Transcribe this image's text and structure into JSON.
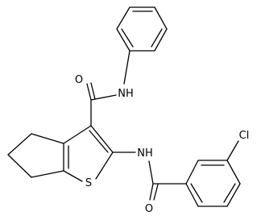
{
  "molecule": {
    "atoms": {
      "carbonyl_oxygen_top": "O",
      "amide_nitrogen_top": "NH",
      "amide_nitrogen_bottom": "NH",
      "thiophene_sulfur": "S",
      "carbonyl_oxygen_bottom": "O",
      "chlorine": "Cl"
    }
  },
  "colors": {
    "bond": "#000000",
    "label": "#000000",
    "background": "#ffffff"
  }
}
